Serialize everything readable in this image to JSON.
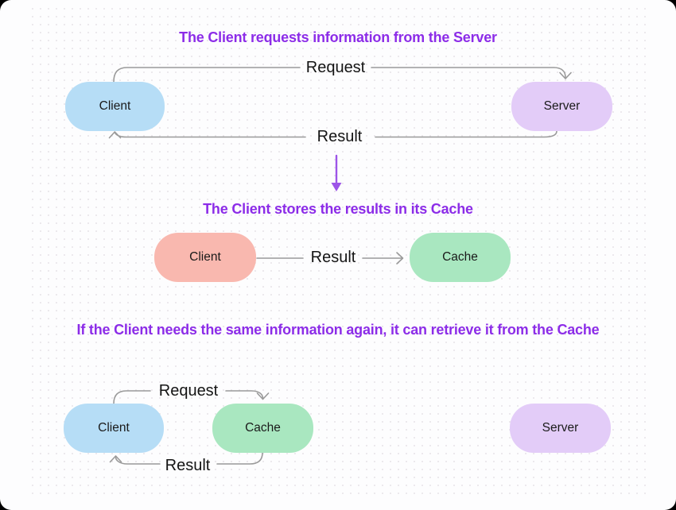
{
  "colors": {
    "title_purple": "#8c2ce8",
    "flow_arrow_purple": "#9d55e8",
    "arrow_gray": "#9a9a9a",
    "node_blue": "#b6ddf6",
    "node_purple": "#e3ccf8",
    "node_pink": "#f9b8af",
    "node_green": "#a9e7c0",
    "canvas_bg": "#fdfdfe",
    "edge_label_text": "#141414"
  },
  "sections": [
    {
      "title": "The Client requests information from the Server",
      "nodes": [
        {
          "label": "Client",
          "color_key": "node_blue"
        },
        {
          "label": "Server",
          "color_key": "node_purple"
        }
      ],
      "arrows": [
        {
          "label": "Request",
          "from": "Client",
          "to": "Server"
        },
        {
          "label": "Result",
          "from": "Server",
          "to": "Client"
        }
      ]
    },
    {
      "title": "The Client stores the results in its Cache",
      "nodes": [
        {
          "label": "Client",
          "color_key": "node_pink"
        },
        {
          "label": "Cache",
          "color_key": "node_green"
        }
      ],
      "arrows": [
        {
          "label": "Result",
          "from": "Client",
          "to": "Cache"
        }
      ]
    },
    {
      "title": "If the Client needs the same information again, it can retrieve it from the Cache",
      "nodes": [
        {
          "label": "Client",
          "color_key": "node_blue"
        },
        {
          "label": "Cache",
          "color_key": "node_green"
        },
        {
          "label": "Server",
          "color_key": "node_purple"
        }
      ],
      "arrows": [
        {
          "label": "Request",
          "from": "Client",
          "to": "Cache"
        },
        {
          "label": "Result",
          "from": "Cache",
          "to": "Client"
        }
      ]
    }
  ]
}
